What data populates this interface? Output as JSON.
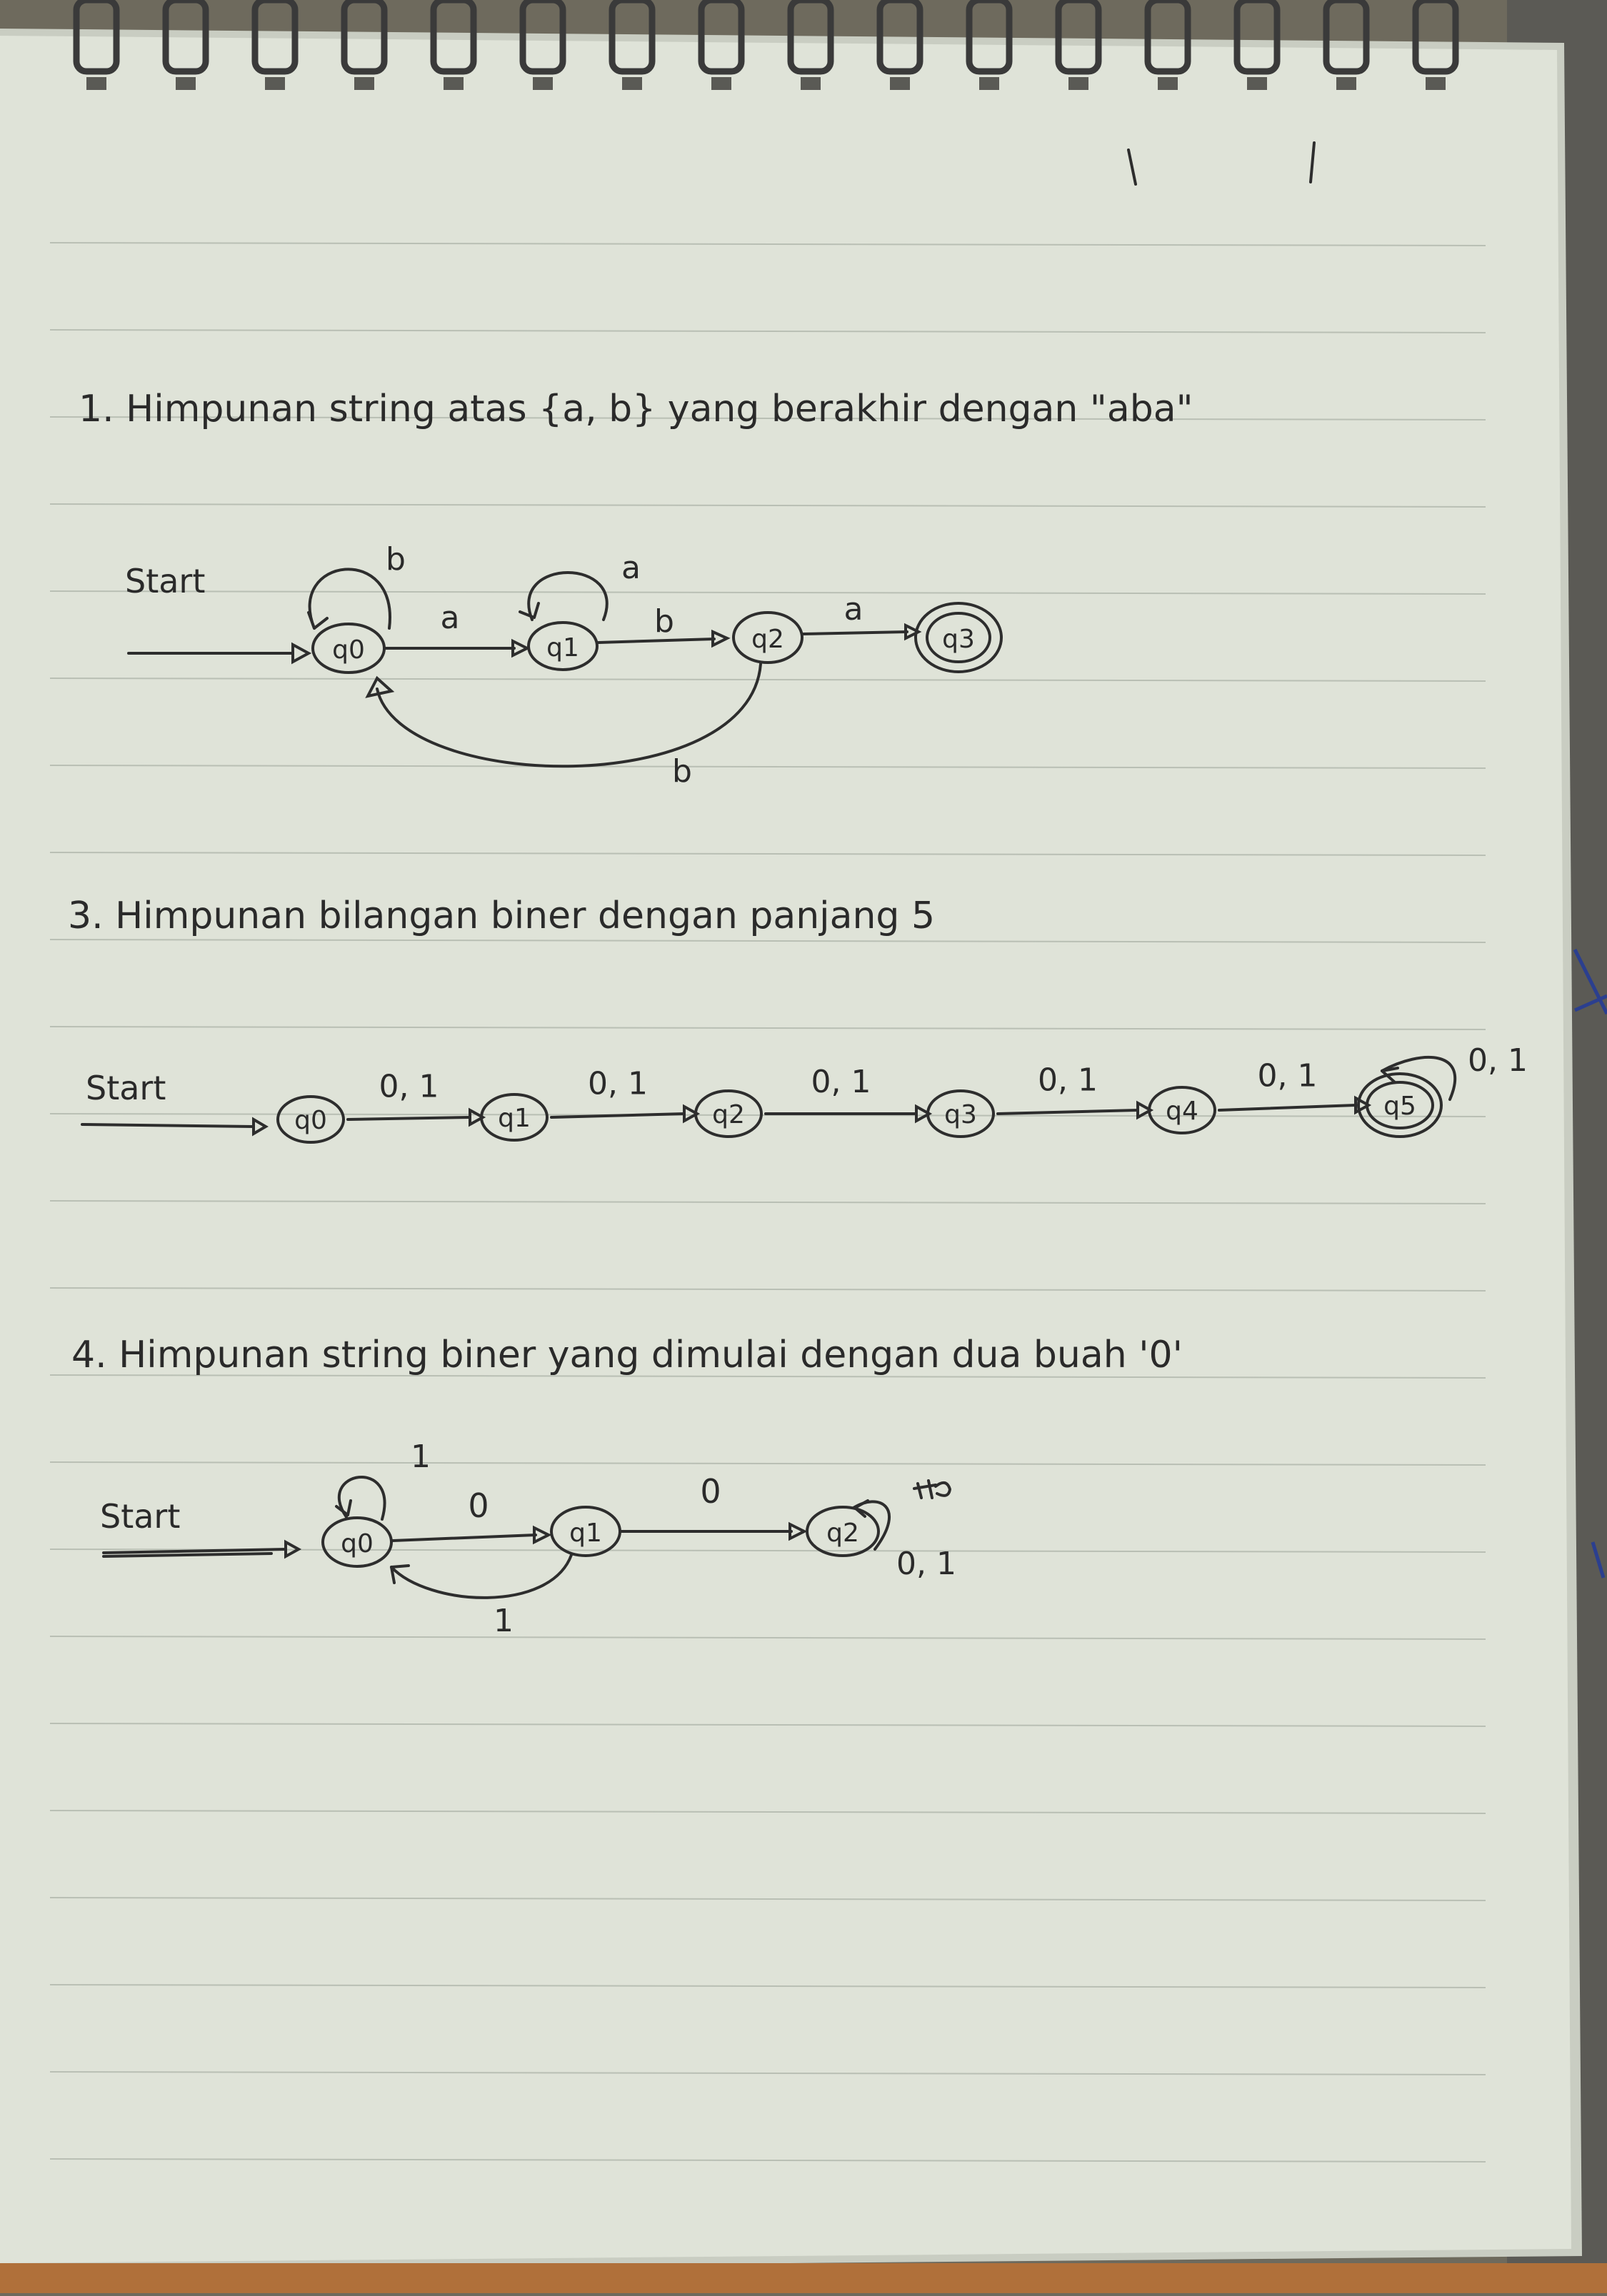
{
  "colors": {
    "paper": "#dfe3d8",
    "paper_shadow": "#c9cdc2",
    "ink": "#2d2d2d",
    "binding": "#3a3a3a",
    "pen_blue": "#2b3f8f",
    "rule_line": "#b9bfb4"
  },
  "problem1": {
    "heading": "1. Himpunan string atas {a, b} yang berakhir dengan \"aba\"",
    "start_label": "Start",
    "states": [
      "q0",
      "q1",
      "q2",
      "q3"
    ],
    "loop_q0": "b",
    "loop_q1": "a",
    "t_q0_q1": "a",
    "t_q1_q2": "b",
    "t_q2_q3": "a",
    "t_q2_q0": "b"
  },
  "problem3": {
    "heading": "3. Himpunan bilangan biner dengan panjang 5",
    "start_label": "Start",
    "states": [
      "q0",
      "q1",
      "q2",
      "q3",
      "q4",
      "q5"
    ],
    "transition_label": "0, 1",
    "loop_q5": "0, 1"
  },
  "problem4": {
    "heading": "4. Himpunan string biner yang dimulai dengan dua buah '0'",
    "start_label": "Start",
    "states": [
      "q0",
      "q1",
      "q2"
    ],
    "loop_q0": "1",
    "t_q0_q1": "0",
    "t_q1_q2": "0",
    "t_q1_q0": "1",
    "loop_q2": "0, 1"
  }
}
